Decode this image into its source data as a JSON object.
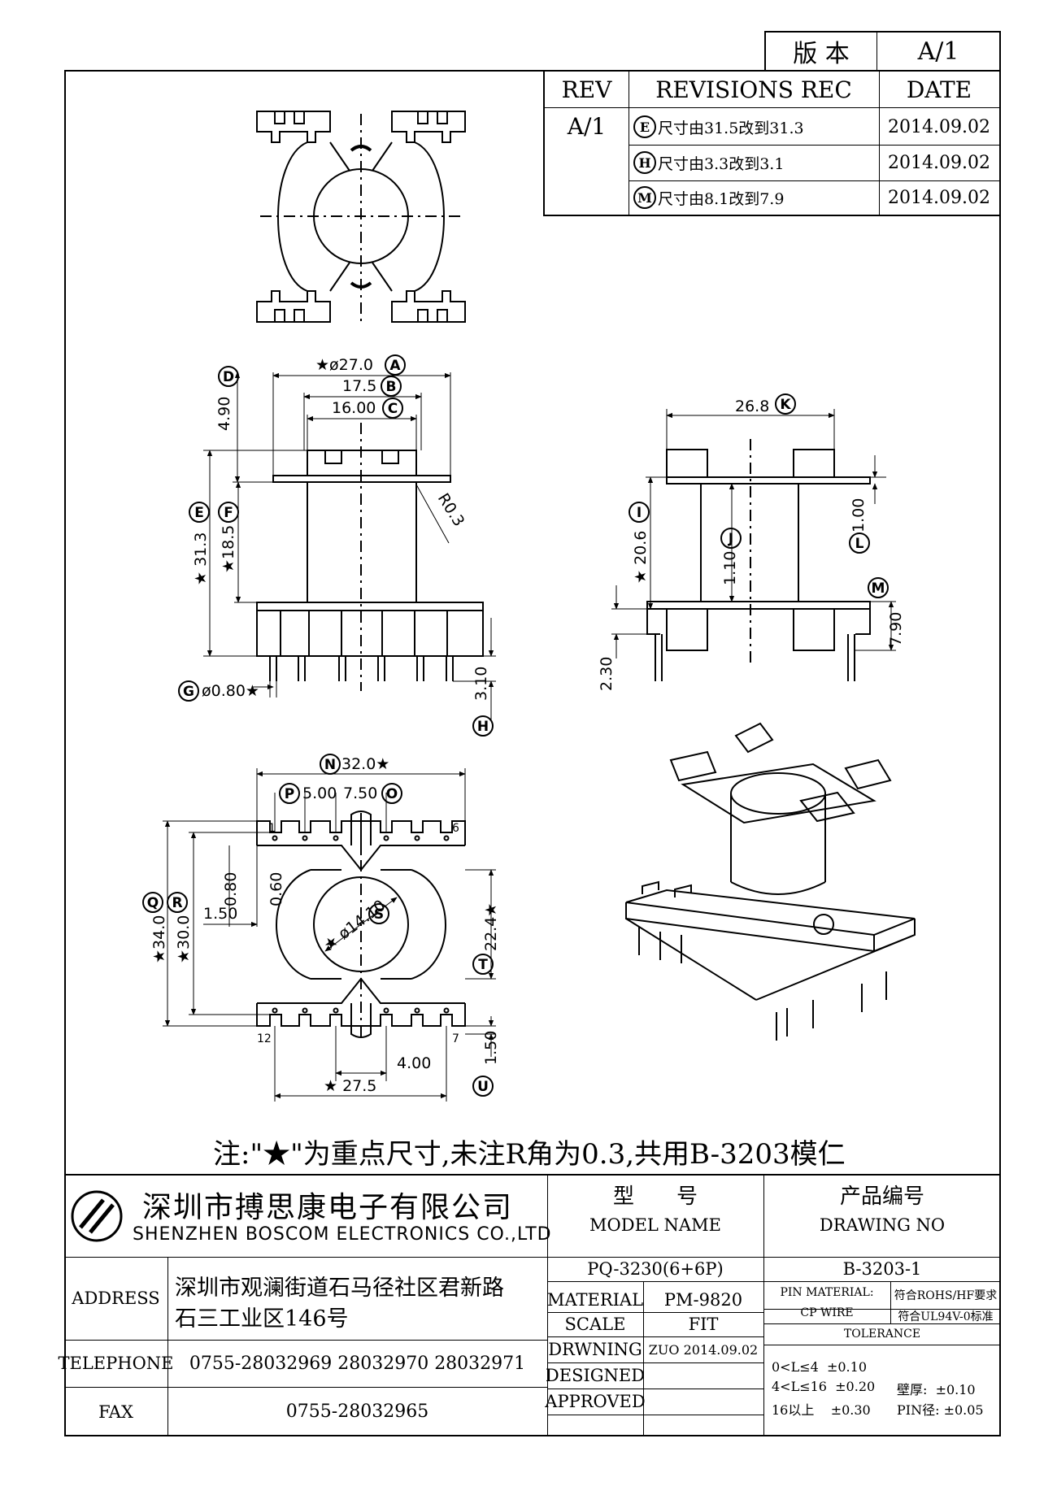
{
  "version_box": {
    "label": "版 本",
    "value": "A/1"
  },
  "revisions": {
    "headers": {
      "rev": "REV",
      "rec": "REVISIONS REC",
      "date": "DATE"
    },
    "rev_value": "A/1",
    "rows": [
      {
        "mark": "E",
        "text": "尺寸由31.5改到31.3",
        "date": "2014.09.02"
      },
      {
        "mark": "H",
        "text": "尺寸由3.3改到3.1",
        "date": "2014.09.02"
      },
      {
        "mark": "M",
        "text": "尺寸由8.1改到7.9",
        "date": "2014.09.02"
      }
    ]
  },
  "dims": {
    "A": "★ø27.0",
    "B": "17.5",
    "C": "16.00",
    "D": "4.90",
    "E": "★ 31.3",
    "F": "★18.5",
    "R": "R0.3",
    "G": "ø0.80★",
    "H": "3.10",
    "K": "26.8",
    "I": "★ 20.6",
    "J": "1.10",
    "L": "1.00",
    "M": "7.90",
    "Z": "2.30",
    "N": "32.0★",
    "P": "5.00",
    "O": "7.50",
    "Q": "★34.0",
    "R2": "★30.0",
    "d080": "0.80",
    "d060": "0.60",
    "d150": "1.50",
    "S": "★ ø14.10",
    "T": "22.4★",
    "U": "1.50",
    "d400": "4.00",
    "d275": "★ 27.5",
    "pin1": "1",
    "pin6": "6",
    "pin12": "12",
    "pin7": "7"
  },
  "marks": {
    "A": "A",
    "B": "B",
    "C": "C",
    "D": "D",
    "E": "E",
    "F": "F",
    "G": "G",
    "H": "H",
    "I": "I",
    "J": "J",
    "K": "K",
    "L": "L",
    "M": "M",
    "N": "N",
    "O": "O",
    "P": "P",
    "Q": "Q",
    "R": "R",
    "S": "S",
    "T": "T",
    "U": "U"
  },
  "note": "注:\"★\"为重点尺寸,未注R角为0.3,共用B-3203模仁",
  "title_block": {
    "company_cn": "深圳市搏思康电子有限公司",
    "company_en": "SHENZHEN BOSCOM ELECTRONICS CO.,LTD",
    "model_label_cn": "型　　号",
    "model_label_en": "MODEL NAME",
    "model_value": "PQ-3230(6+6P)",
    "drawing_label_cn": "产品编号",
    "drawing_label_en": "DRAWING NO",
    "drawing_value": "B-3203-1",
    "address_label": "ADDRESS",
    "address_line1": "深圳市观澜街道石马径社区君新路",
    "address_line2": "石三工业区146号",
    "telephone_label": "TELEPHONE",
    "telephone_value": "0755-28032969 28032970 28032971",
    "fax_label": "FAX",
    "fax_value": "0755-28032965",
    "material_label": "MATERIAL",
    "material_value": "PM-9820",
    "scale_label": "SCALE",
    "scale_value": "FIT",
    "drawing_by_label": "DRWNING",
    "drawing_by_value": "ZUO 2014.09.02",
    "designed_label": "DESIGNED",
    "approved_label": "APPROVED",
    "pin_material_label": "PIN MATERIAL:",
    "pin_material_value": "CP WIRE",
    "rohs": "符合ROHS/HF要求",
    "ul": "符合UL94V-0标准",
    "tolerance_label": "TOLERANCE",
    "tol1": "0<L≤4  ±0.10",
    "tol2": "4<L≤16  ±0.20",
    "tol3": "16以上    ±0.30",
    "wall": "壁厚:  ±0.10",
    "pin_dia": "PIN径: ±0.05"
  }
}
